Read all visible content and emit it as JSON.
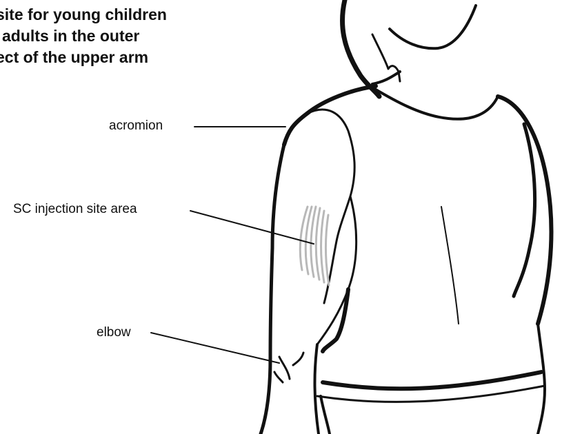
{
  "title": {
    "line1": "site for young children",
    "line2": "adults in the outer",
    "line3": "ect of the upper arm"
  },
  "labels": {
    "acromion": "acromion",
    "sc_injection_site_area": "SC injection site area",
    "elbow": "elbow"
  },
  "colors": {
    "outline": "#111111",
    "hatching": "#b8b8b8",
    "background": "#ffffff"
  }
}
